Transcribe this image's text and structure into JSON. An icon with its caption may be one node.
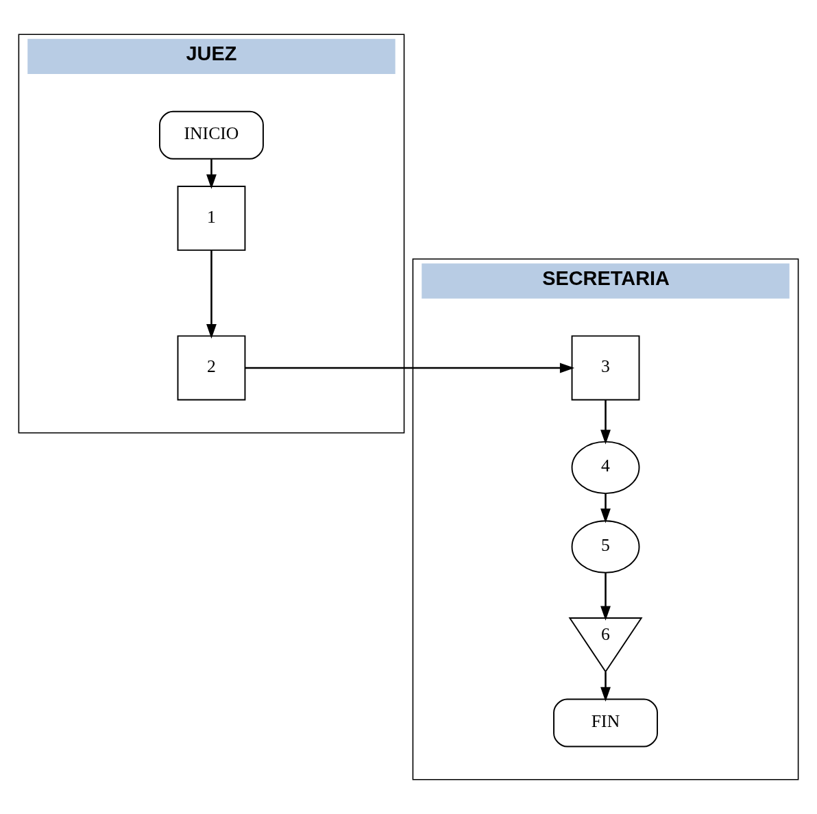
{
  "diagram": {
    "nodes": [
      {
        "text": [
          "JUEZ"
        ]
      },
      {
        "text": [
          "SECRETARIA"
        ]
      },
      {
        "text": [
          "INICIO"
        ],
        "in": 0
      },
      {
        "text": [
          "1"
        ],
        "in": 0
      },
      {
        "text": [
          "2"
        ],
        "in": 0
      },
      {
        "text": [
          "3"
        ],
        "in": 1
      },
      {
        "text": [
          "4"
        ],
        "in": 1
      },
      {
        "text": [
          "5"
        ],
        "in": 1
      },
      {
        "text": [
          "6"
        ],
        "in": 1
      },
      {
        "text": [
          "FIN"
        ],
        "in": 1
      }
    ],
    "edges": [
      {
        "from": 2,
        "to": 3,
        "arrow": "to"
      },
      {
        "from": 3,
        "to": 4,
        "arrow": "to"
      },
      {
        "from": 4,
        "to": 5,
        "arrow": "to"
      },
      {
        "from": 5,
        "to": 6,
        "arrow": "to"
      },
      {
        "from": 6,
        "to": 7,
        "arrow": "to"
      },
      {
        "from": 7,
        "to": 8,
        "arrow": "to"
      },
      {
        "from": 8,
        "to": 9,
        "arrow": "to"
      }
    ]
  }
}
